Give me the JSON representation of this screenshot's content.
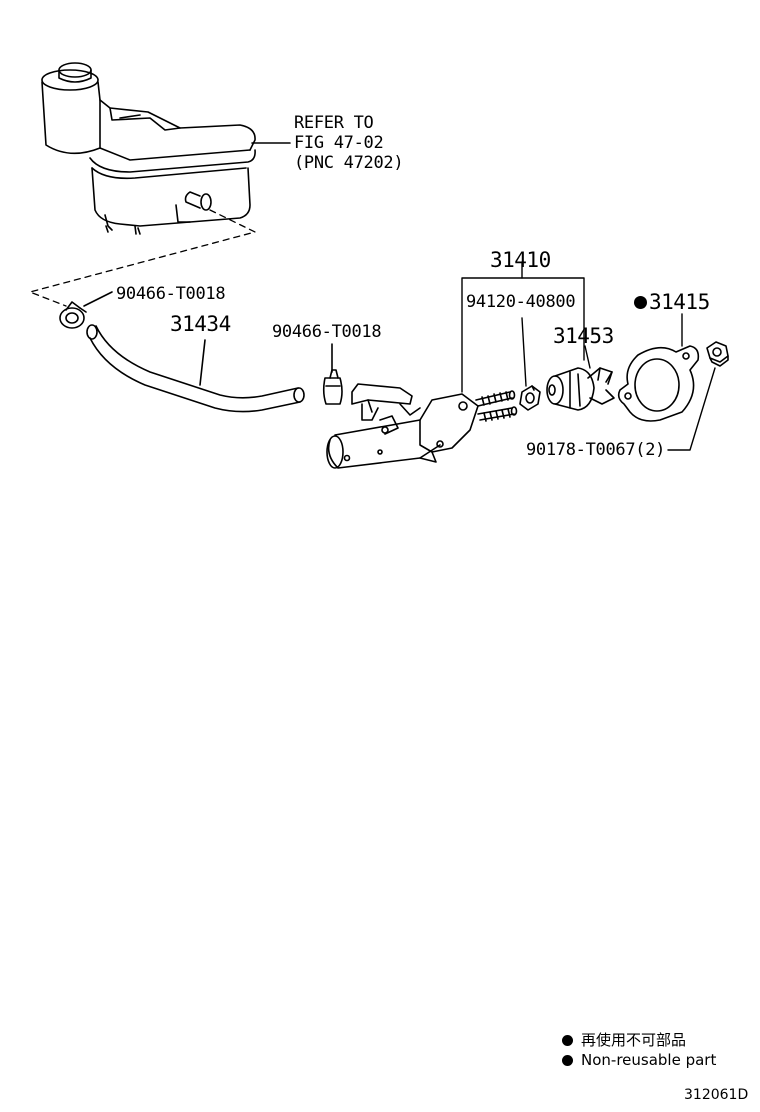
{
  "reference": {
    "line1": "REFER TO",
    "line2": "FIG 47-02",
    "line3": "(PNC 47202)"
  },
  "parts": {
    "clip_left": "90466-T0018",
    "hose": "31434",
    "clip_right": "90466-T0018",
    "master_cylinder_assy": "31410",
    "bolt": "94120-40800",
    "push_rod_clevis": "31453",
    "gasket": "31415",
    "nut": "90178-T0067(2)"
  },
  "legend": {
    "items": [
      {
        "symbol": "bullet",
        "label": "再使用不可部品"
      },
      {
        "symbol": "bullet",
        "label": "Non-reusable part"
      }
    ]
  },
  "figure_number": "312061D"
}
